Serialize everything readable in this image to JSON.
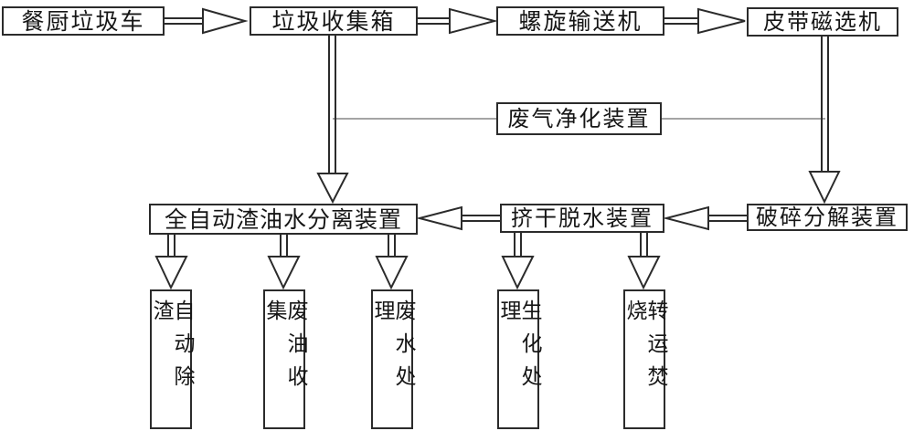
{
  "nodes": {
    "truck": "餐厨垃圾车",
    "collection_box": "垃圾收集箱",
    "screw_conveyor": "螺旋输送机",
    "belt_magnetic_separator": "皮带磁选机",
    "waste_gas_purifier": "废气净化装置",
    "oil_water_separator": "全自动渣油水分离装置",
    "squeeze_dewatering": "挤干脱水装置",
    "crushing_decomposer": "破碎分解装置",
    "auto_deslagging": "自动除渣",
    "waste_oil_collection": "废油收集",
    "waste_water_treatment": "废水处理",
    "biochemical_treatment": "生化处理",
    "transfer_incineration": "转运焚烧"
  },
  "connections": [
    "餐厨垃圾车 → 垃圾收集箱",
    "垃圾收集箱 → 螺旋输送机",
    "螺旋输送机 → 皮带磁选机",
    "垃圾收集箱 ↓ 全自动渣油水分离装置",
    "皮带磁选机 ↓ 破碎分解装置",
    "破碎分解装置 → 挤干脱水装置",
    "挤干脱水装置 → 全自动渣油水分离装置",
    "全自动渣油水分离装置 ↓ 自动除渣 / 废油收集 / 废水处理",
    "挤干脱水装置 ↓ 生化处理 / 转运焚烧",
    "废气净化装置 — 两条下行管线间的横向连线"
  ],
  "colors": {
    "background": "#ffffff",
    "line": "#2b2b2b",
    "thin_line": "#6e6e6e",
    "text": "#161616"
  }
}
